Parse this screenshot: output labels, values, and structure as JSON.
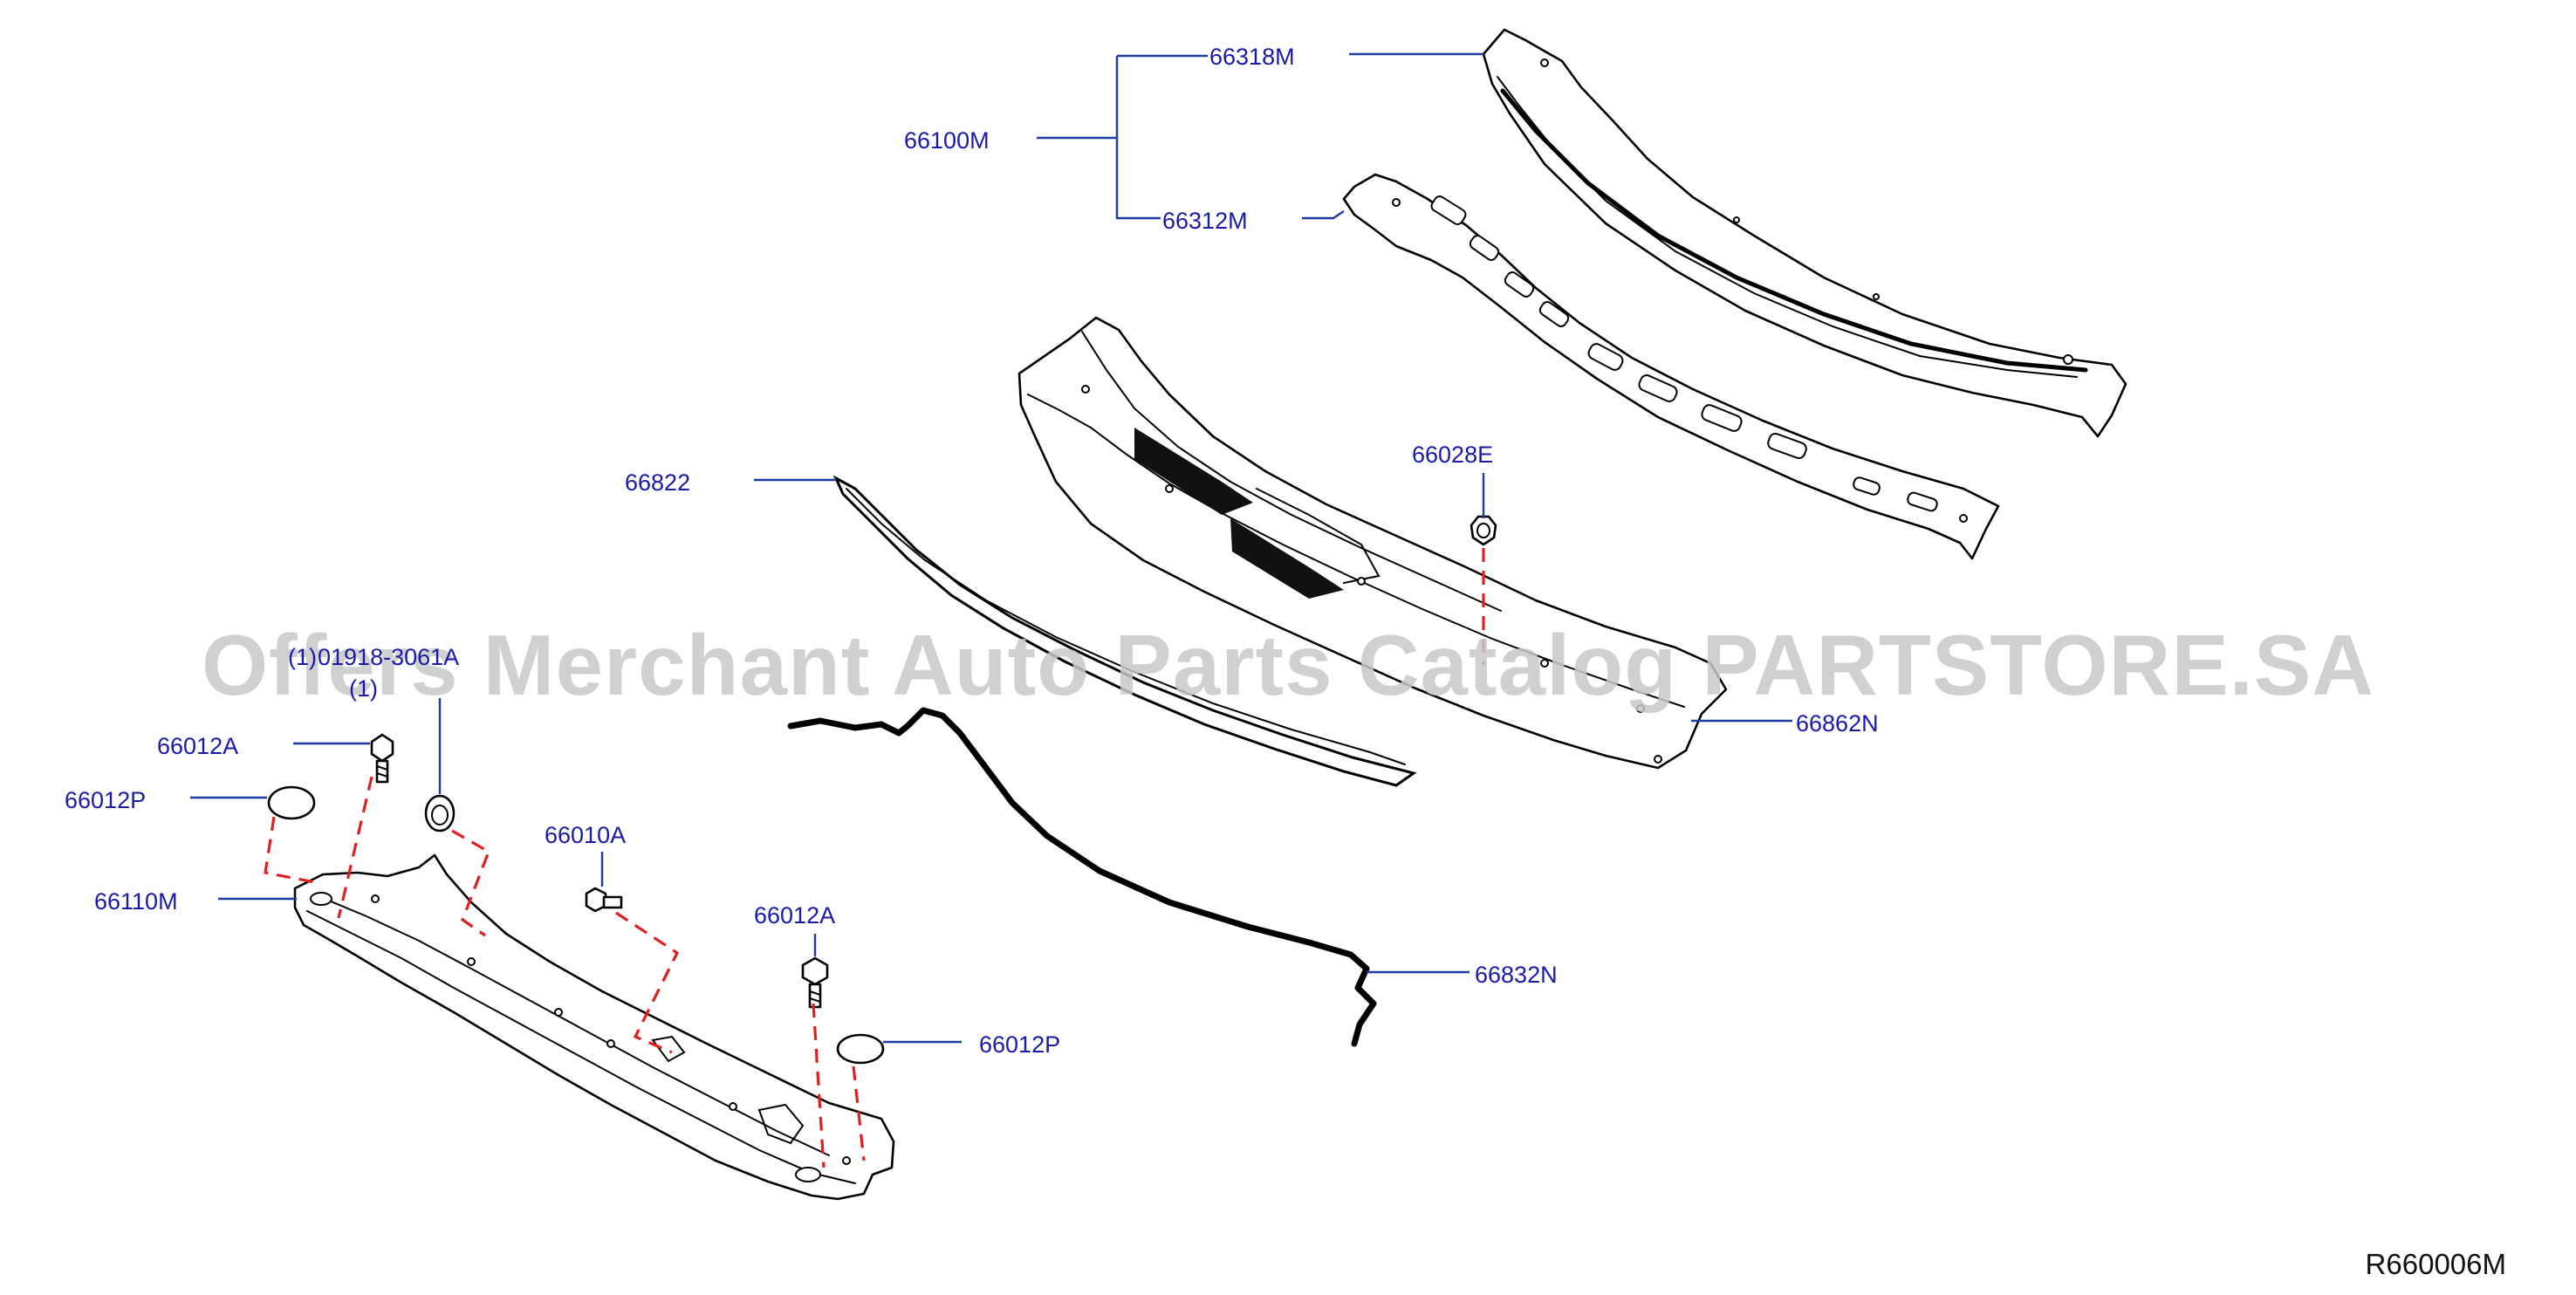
{
  "reference_code": "R660006M",
  "watermark": "Offers Merchant Auto Parts Catalog PARTSTORE.SA",
  "colors": {
    "callout_text": "#1a1aa8",
    "leader_line": "#1f3fa0",
    "dashed_guide": "#e02020",
    "part_line": "#000000",
    "watermark": "#c8c8c8"
  },
  "callouts": {
    "c66318M": "66318M",
    "c66100M": "66100M",
    "c66312M": "66312M",
    "c66028E": "66028E",
    "c66822": "66822",
    "c66862N": "66862N",
    "c01918": "01918-3061A",
    "c01918qty": "(1)",
    "c01918sub": "(1)",
    "c66012A_top": "66012A",
    "c66012P_left": "66012P",
    "c66110M": "66110M",
    "c66010A": "66010A",
    "c66012A_mid": "66012A",
    "c66012P_right": "66012P",
    "c66832N": "66832N"
  },
  "icons": {
    "bolt": "bolt-icon",
    "clip": "clip-icon",
    "plug": "grommet-plug-icon"
  }
}
